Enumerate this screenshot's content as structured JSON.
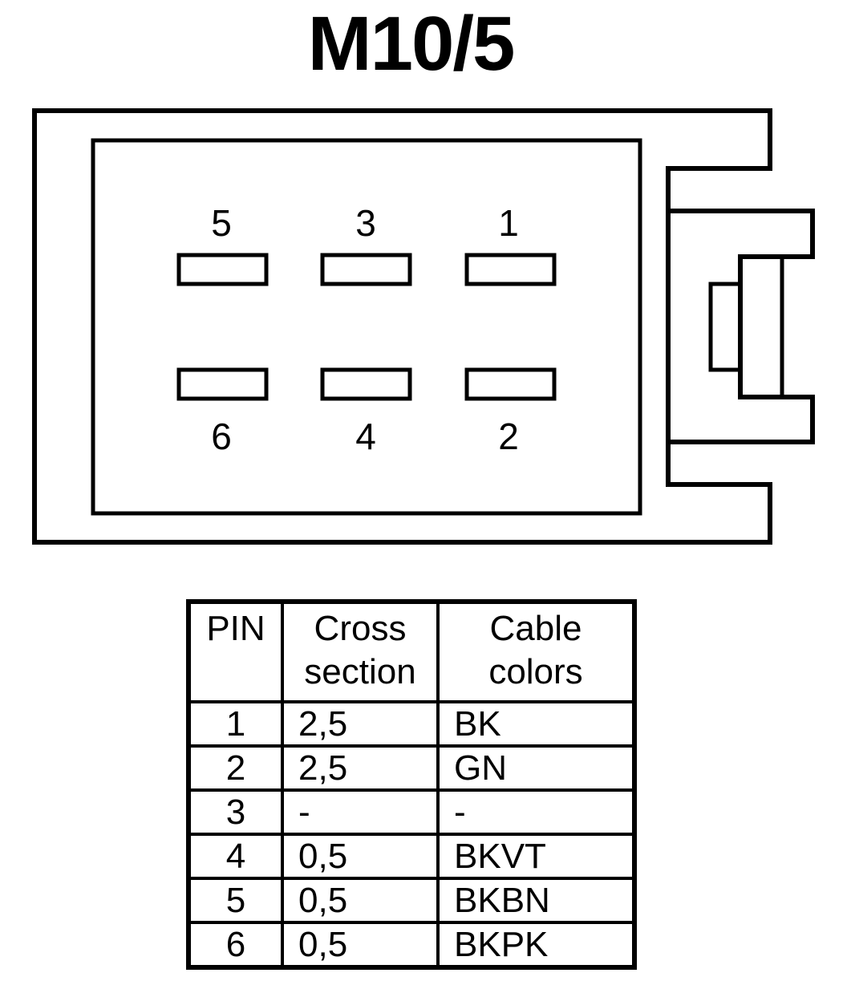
{
  "title": "M10/5",
  "connector": {
    "pin_labels_top": [
      "5",
      "3",
      "1"
    ],
    "pin_labels_bottom": [
      "6",
      "4",
      "2"
    ]
  },
  "table": {
    "headers": {
      "pin": "PIN",
      "cross_section": [
        "Cross",
        "section"
      ],
      "cable_colors": [
        "Cable",
        "colors"
      ]
    },
    "rows": [
      {
        "pin": "1",
        "cross_section": "2,5",
        "color": "BK"
      },
      {
        "pin": "2",
        "cross_section": "2,5",
        "color": "GN"
      },
      {
        "pin": "3",
        "cross_section": "-",
        "color": "-"
      },
      {
        "pin": "4",
        "cross_section": "0,5",
        "color": "BKVT"
      },
      {
        "pin": "5",
        "cross_section": "0,5",
        "color": "BKBN"
      },
      {
        "pin": "6",
        "cross_section": "0,5",
        "color": "BKPK"
      }
    ]
  }
}
